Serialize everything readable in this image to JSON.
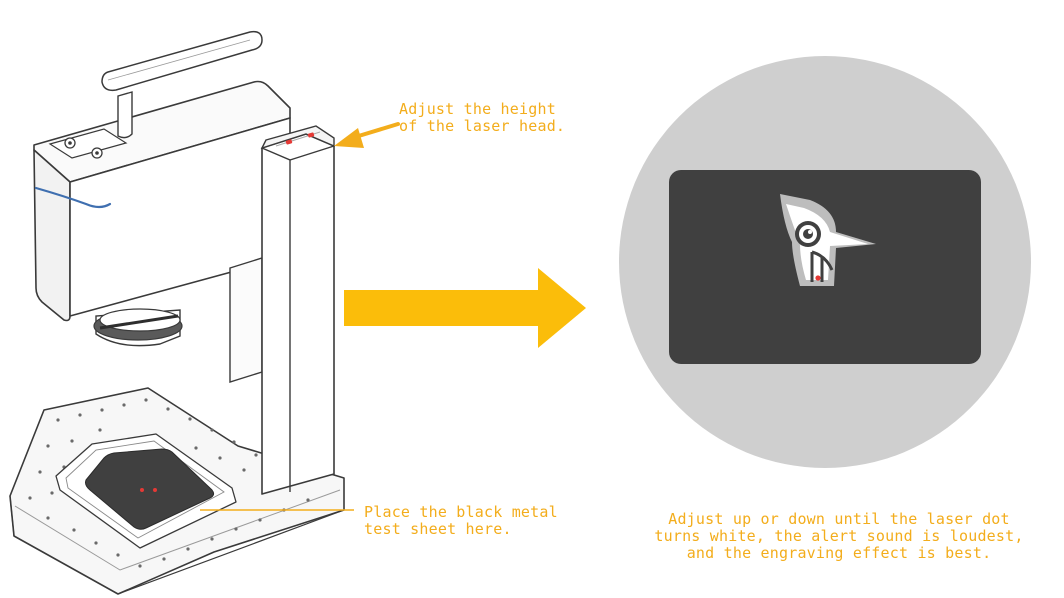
{
  "colors": {
    "accent": "#f3ad1c",
    "circle_background": "#cfcfcf",
    "metal_sheet": "#404040",
    "laser_dot": "#e53935",
    "machine_outline": "#3a3a3a",
    "status_stripe": "#3f6fb0"
  },
  "icons": {
    "arrow_to_result": "right-arrow-icon",
    "pointer_to_head": "pointer-arrow-icon",
    "engraved_logo": "woodpecker-logo-icon"
  },
  "callouts": {
    "head_height": {
      "line1": "Adjust the height",
      "line2": "of the laser head."
    },
    "test_sheet": {
      "line1": "Place the black metal",
      "line2": "test sheet here."
    },
    "result": {
      "line1": "Adjust up or down until the laser dot",
      "line2": "turns white, the alert sound is loudest,",
      "line3": "and the engraving effect is best."
    }
  }
}
